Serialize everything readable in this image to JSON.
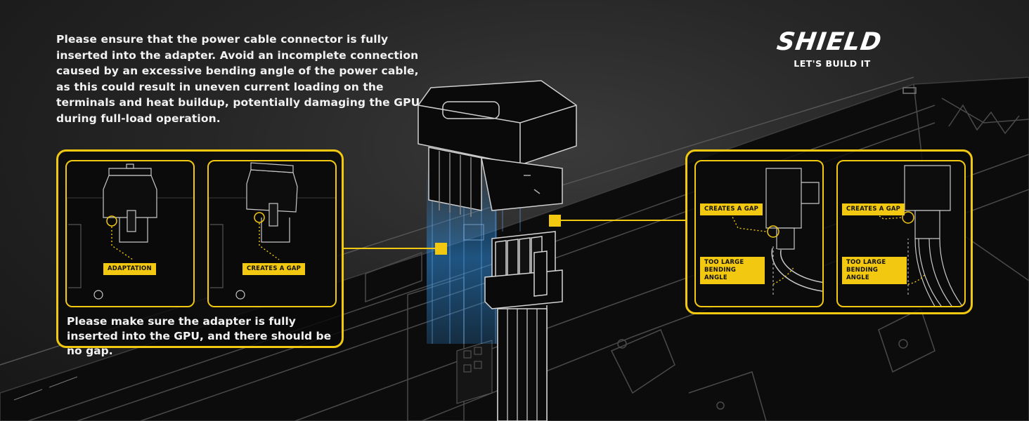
{
  "intro_text": "Please ensure that the power cable connector is fully inserted into the adapter. Avoid an incomplete connection caused by an excessive bending angle of the power cable, as this could result in uneven current loading on the terminals and heat buildup, potentially damaging the GPU during full-load operation.",
  "brand": {
    "name": "SHIELD",
    "tagline": "LET'S BUILD IT"
  },
  "left_callout": {
    "panels": [
      {
        "label": "ADAPTATION"
      },
      {
        "label": "CREATES A GAP"
      }
    ],
    "caption": "Please make sure the adapter is fully inserted into the GPU, and there should be no gap."
  },
  "right_callout": {
    "panels": [
      {
        "gap_label": "CREATES A GAP",
        "angle_label": "TOO LARGE BENDING ANGLE"
      },
      {
        "gap_label": "CREATES A GAP",
        "angle_label": "TOO LARGE BENDING ANGLE"
      }
    ]
  },
  "colors": {
    "accent": "#f2c811",
    "background": "#1f1f1f",
    "glow": "#2f8fe0"
  }
}
